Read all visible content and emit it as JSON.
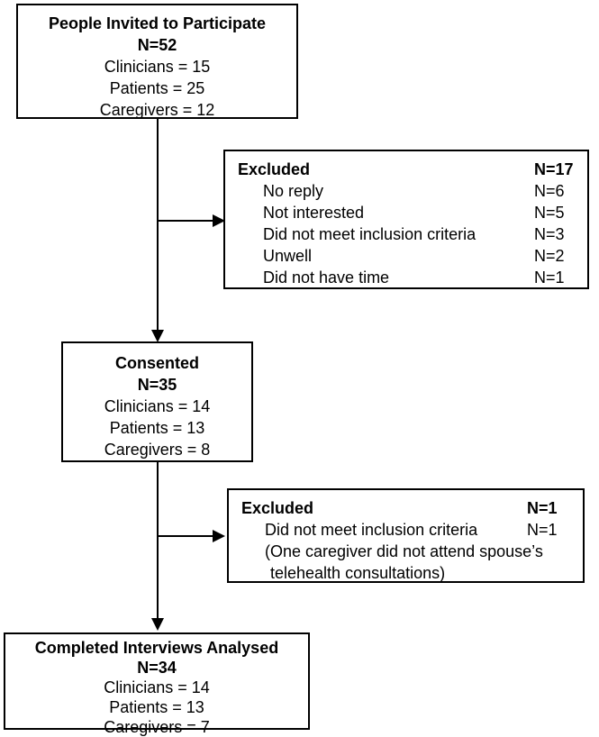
{
  "invited": {
    "title": "People Invited to Participate",
    "n": "N=52",
    "lines": [
      "Clinicians = 15",
      "Patients = 25",
      "Caregivers = 12"
    ]
  },
  "excluded1": {
    "title": "Excluded",
    "n": "N=17",
    "items": [
      {
        "label": "No reply",
        "value": "N=6"
      },
      {
        "label": "Not interested",
        "value": "N=5"
      },
      {
        "label": "Did not meet inclusion criteria",
        "value": "N=3"
      },
      {
        "label": "Unwell",
        "value": "N=2"
      },
      {
        "label": "Did not have time",
        "value": "N=1"
      }
    ]
  },
  "consented": {
    "title": "Consented",
    "n": "N=35",
    "lines": [
      "Clinicians = 14",
      "Patients = 13",
      "Caregivers = 8"
    ]
  },
  "excluded2": {
    "title": "Excluded",
    "n": "N=1",
    "item_label": "Did not meet inclusion criteria",
    "item_value": "N=1",
    "note_line1": "(One caregiver did not attend spouse’s",
    "note_line2": "telehealth consultations)"
  },
  "completed": {
    "title": "Completed Interviews Analysed",
    "n": "N=34",
    "lines": [
      "Clinicians = 14",
      "Patients = 13",
      "Caregivers = 7"
    ]
  }
}
